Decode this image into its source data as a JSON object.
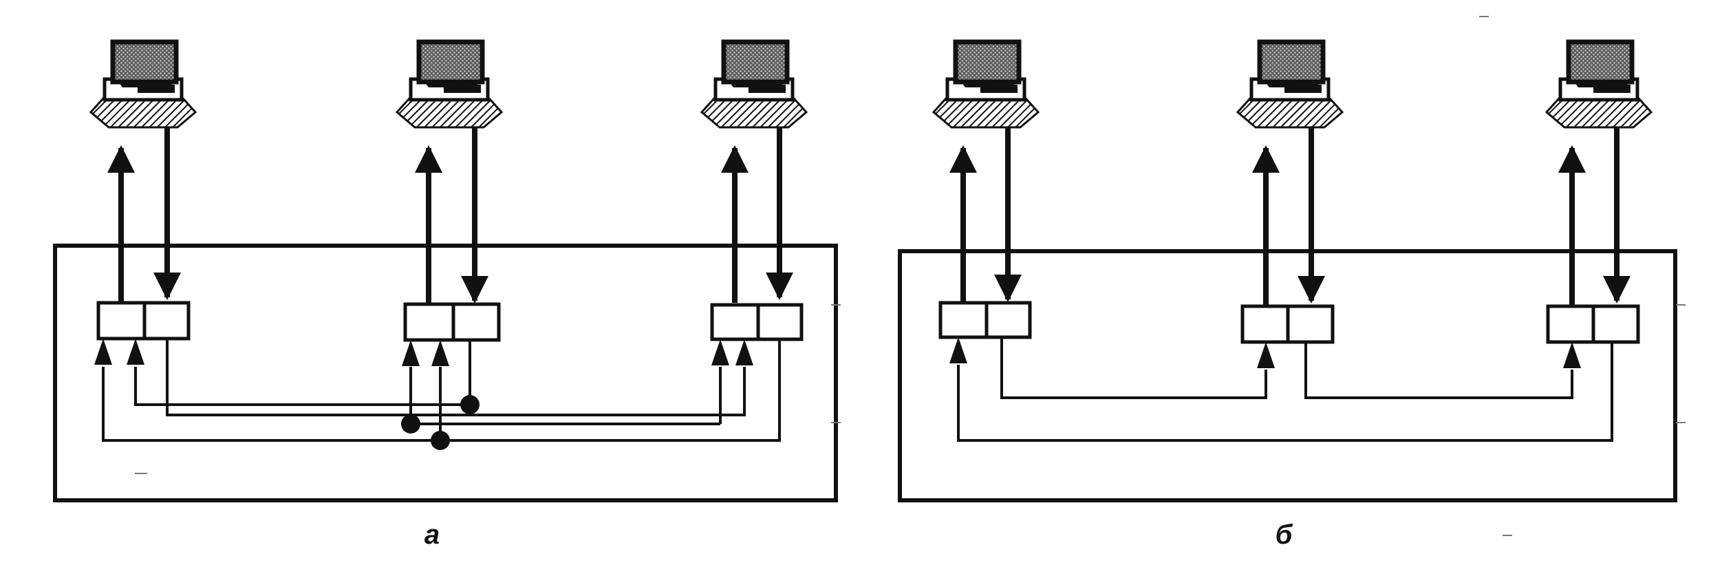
{
  "figure": {
    "panels": [
      {
        "id": "a",
        "label": "а",
        "topology": "shared bus",
        "computers": 3
      },
      {
        "id": "b",
        "label": "б",
        "topology": "ring",
        "computers": 3
      }
    ]
  },
  "colors": {
    "line": "#111111",
    "screen": "#777777",
    "background": "#ffffff"
  },
  "icons": {
    "computer": "desktop-computer-icon"
  }
}
